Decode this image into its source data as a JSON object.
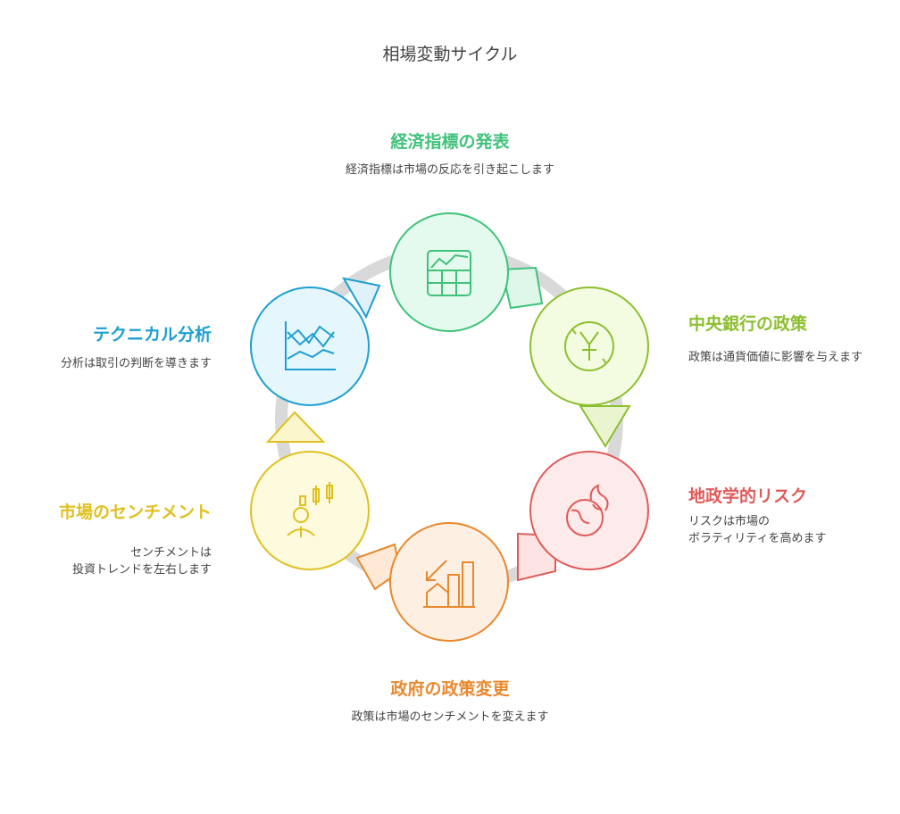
{
  "title": "相場変動サイクル",
  "nodes": [
    {
      "id": "economic",
      "label": "経済指標の発表",
      "desc": "経済指標は市場の反応を引き起こします",
      "color": "#3fc27a",
      "icon": "chart-grid-icon"
    },
    {
      "id": "centralbank",
      "label": "中央銀行の政策",
      "desc": "政策は通貨価値に影響を与えます",
      "color": "#8cbf2f",
      "icon": "yen-icon"
    },
    {
      "id": "geopolitical",
      "label": "地政学的リスク",
      "desc_lines": [
        "リスクは市場の",
        "ボラティリティを高めます"
      ],
      "color": "#e05a5a",
      "icon": "globe-fire-icon"
    },
    {
      "id": "government",
      "label": "政府の政策変更",
      "desc": "政策は市場のセンチメントを変えます",
      "color": "#e8892f",
      "icon": "house-chart-icon"
    },
    {
      "id": "sentiment",
      "label": "市場のセンチメント",
      "desc_lines": [
        "センチメントは",
        "投資トレンドを左右します"
      ],
      "color": "#e0c020",
      "icon": "trader-candles-icon"
    },
    {
      "id": "technical",
      "label": "テクニカル分析",
      "desc": "分析は取引の判断を導きます",
      "color": "#1e9fd0",
      "icon": "line-chart-icon"
    }
  ]
}
